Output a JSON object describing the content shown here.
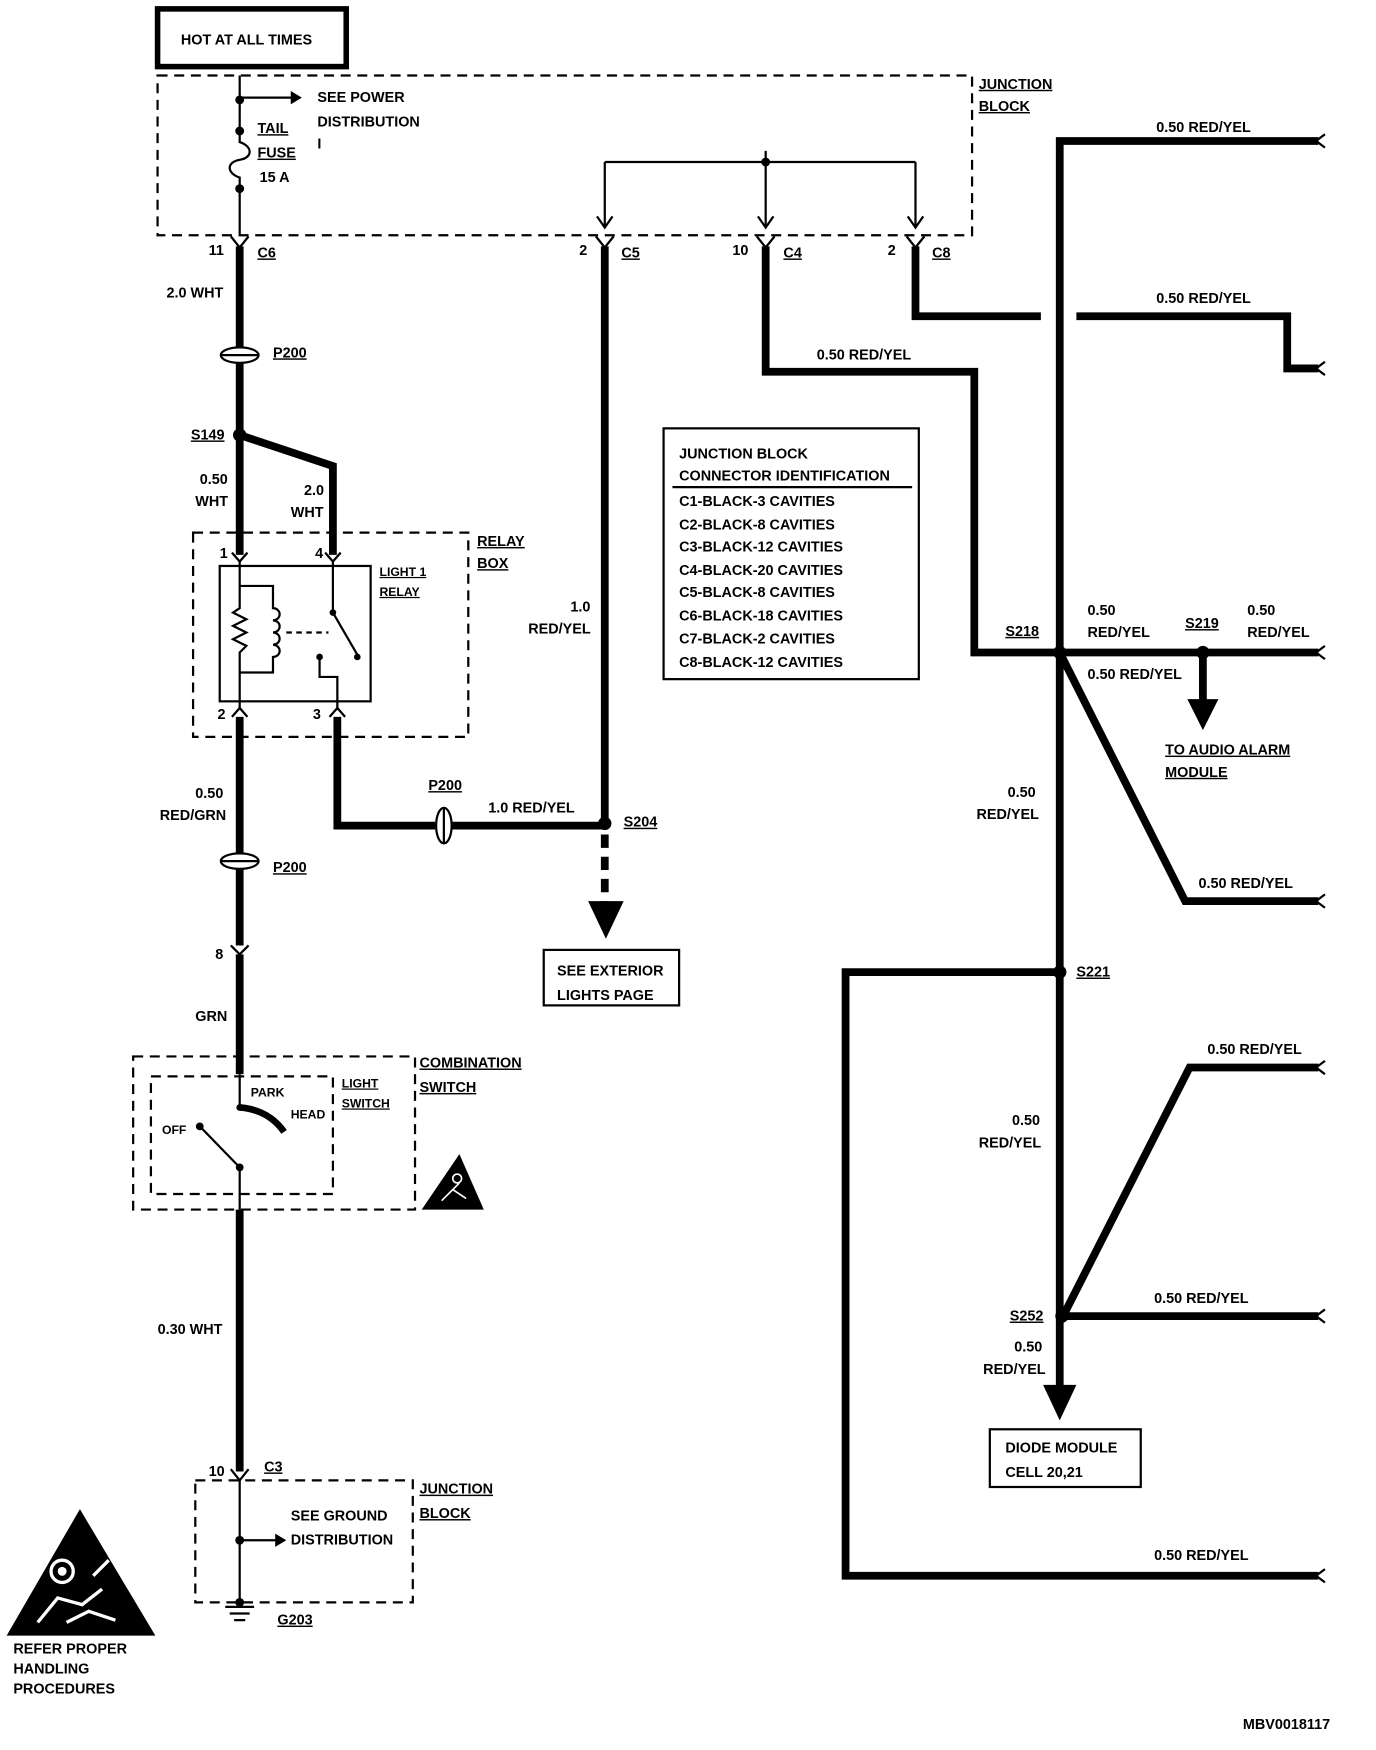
{
  "title_box": {
    "text": "HOT AT ALL TIMES"
  },
  "junction_block_top": {
    "name_line1": "JUNCTION",
    "name_line2": "BLOCK",
    "power_ref_line1": "SEE POWER",
    "power_ref_line2": "DISTRIBUTION",
    "power_ref_line3": "I",
    "fuse_line1": "TAIL",
    "fuse_line2": "FUSE",
    "fuse_rating": "15 A",
    "c6_pin": "11",
    "c6_name": "C6",
    "c5_pin": "2",
    "c5_name": "C5",
    "c4_pin": "10",
    "c4_name": "C4",
    "c8_pin": "2",
    "c8_name": "C8"
  },
  "left_circuit": {
    "wire_c6": "2.0 WHT",
    "p200_a": "P200",
    "s149": "S149",
    "s149_left_size": "0.50",
    "s149_left_color": "WHT",
    "s149_right_size": "2.0",
    "s149_right_color": "WHT",
    "relay_out_size": "0.50",
    "relay_out_color": "RED/GRN",
    "p200_b": "P200",
    "pin_8": "8",
    "wire_grn": "GRN",
    "wire_switch_out": "0.30 WHT"
  },
  "relay_box": {
    "name_line1": "RELAY",
    "name_line2": "BOX",
    "relay_line1": "LIGHT 1",
    "relay_line2": "RELAY",
    "pin1": "1",
    "pin4": "4",
    "pin2": "2",
    "pin3": "3"
  },
  "relay_output": {
    "p200": "P200",
    "wire": "1.0 RED/YEL",
    "splice": "S204"
  },
  "c5_circuit": {
    "wire_size": "1.0",
    "wire_color": "RED/YEL",
    "ref_line1": "SEE EXTERIOR",
    "ref_line2": "LIGHTS PAGE"
  },
  "combination_switch": {
    "name_line1": "COMBINATION",
    "name_line2": "SWITCH",
    "sub_line1": "LIGHT",
    "sub_line2": "SWITCH",
    "pos_park": "PARK",
    "pos_head": "HEAD",
    "pos_off": "OFF"
  },
  "junction_block_bottom": {
    "pin": "10",
    "connector": "C3",
    "name_line1": "JUNCTION",
    "name_line2": "BLOCK",
    "ref_line1": "SEE GROUND",
    "ref_line2": "DISTRIBUTION",
    "ground": "G203"
  },
  "connector_id_table": {
    "title_line1": "JUNCTION BLOCK",
    "title_line2": "CONNECTOR IDENTIFICATION",
    "rows": [
      "C1-BLACK-3 CAVITIES",
      "C2-BLACK-8 CAVITIES",
      "C3-BLACK-12 CAVITIES",
      "C4-BLACK-20 CAVITIES",
      "C5-BLACK-8 CAVITIES",
      "C6-BLACK-18 CAVITIES",
      "C7-BLACK-2 CAVITIES",
      "C8-BLACK-12 CAVITIES"
    ]
  },
  "right_circuits": {
    "top_wire": "0.50 RED/YEL",
    "c4_wire": "0.50 RED/YEL",
    "c8_wire": "0.50 RED/YEL",
    "s218": "S218",
    "s218_right_size": "0.50",
    "s218_right_color": "RED/YEL",
    "s219": "S219",
    "s219_right_size": "0.50",
    "s219_right_color": "RED/YEL",
    "s219_down_wire": "0.50 RED/YEL",
    "audio_line1": "TO AUDIO ALARM",
    "audio_line2": "MODULE",
    "diag_wire": "0.50 RED/YEL",
    "trunk1_size": "0.50",
    "trunk1_color": "RED/YEL",
    "s221": "S221",
    "s221_loop_wire": "0.50 RED/YEL",
    "upper_diag_wire": "0.50 RED/YEL",
    "trunk2_size": "0.50",
    "trunk2_color": "RED/YEL",
    "s252": "S252",
    "s252_right_wire": "0.50 RED/YEL",
    "trunk3_size": "0.50",
    "trunk3_color": "RED/YEL",
    "diode_line1": "DIODE MODULE",
    "diode_line2": "CELL 20,21"
  },
  "warning": {
    "line1": "REFER PROPER",
    "line2": "HANDLING",
    "line3": "PROCEDURES"
  },
  "drawing_id": "MBV0018117",
  "icons": {
    "small_warning": "airbag-warning-icon",
    "large_warning": "airbag-handling-warning-icon",
    "ground": "ground-icon"
  },
  "colors": {
    "ink": "#000000",
    "paper": "#ffffff"
  }
}
